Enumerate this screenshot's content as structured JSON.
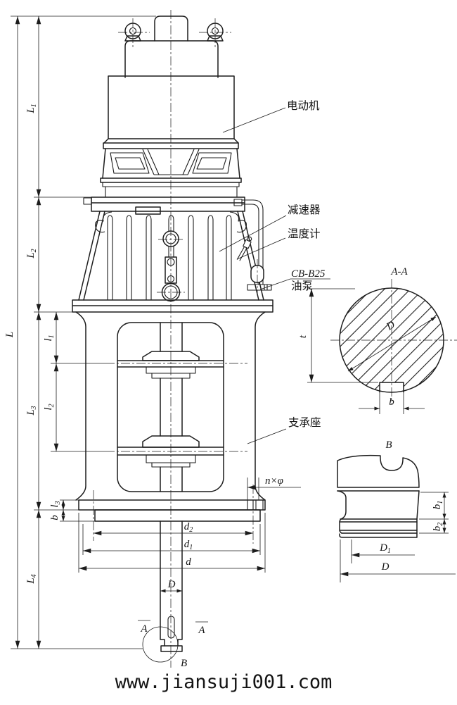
{
  "drawing": {
    "components": {
      "motor": "电动机",
      "reducer": "减速器",
      "thermometer": "温度计",
      "oil_pump_model": "CB-B25",
      "oil_pump": "油泵",
      "support_seat": "支承座"
    },
    "sections": {
      "aa": "A-A",
      "b_title": "B",
      "b_detail": "B",
      "a_left": "A",
      "a_right": "A"
    },
    "dims": {
      "L": [
        "L",
        ""
      ],
      "L1": [
        "L",
        "1"
      ],
      "L2": [
        "L",
        "2"
      ],
      "L3": [
        "L",
        "3"
      ],
      "L4": [
        "L",
        "4"
      ],
      "l1": [
        "l",
        "1"
      ],
      "l2": [
        "l",
        "2"
      ],
      "l3": [
        "l",
        "3"
      ],
      "b_flange": [
        "b",
        ""
      ],
      "d": [
        "d",
        ""
      ],
      "d1": [
        "d",
        "1"
      ],
      "d2": [
        "d",
        "2"
      ],
      "D_shaft": [
        "D",
        ""
      ],
      "t": [
        "t",
        ""
      ],
      "b_key": [
        "b",
        ""
      ],
      "D_key": [
        "D",
        ""
      ],
      "b1": [
        "b",
        "1"
      ],
      "b2": [
        "b",
        "2"
      ],
      "D1": [
        "D",
        "1"
      ],
      "D_hub": [
        "D",
        ""
      ],
      "n_phi": [
        "n×φ",
        ""
      ]
    },
    "watermark": {
      "text": "www.jiansuji001.com",
      "color": "#8a8af0"
    }
  }
}
